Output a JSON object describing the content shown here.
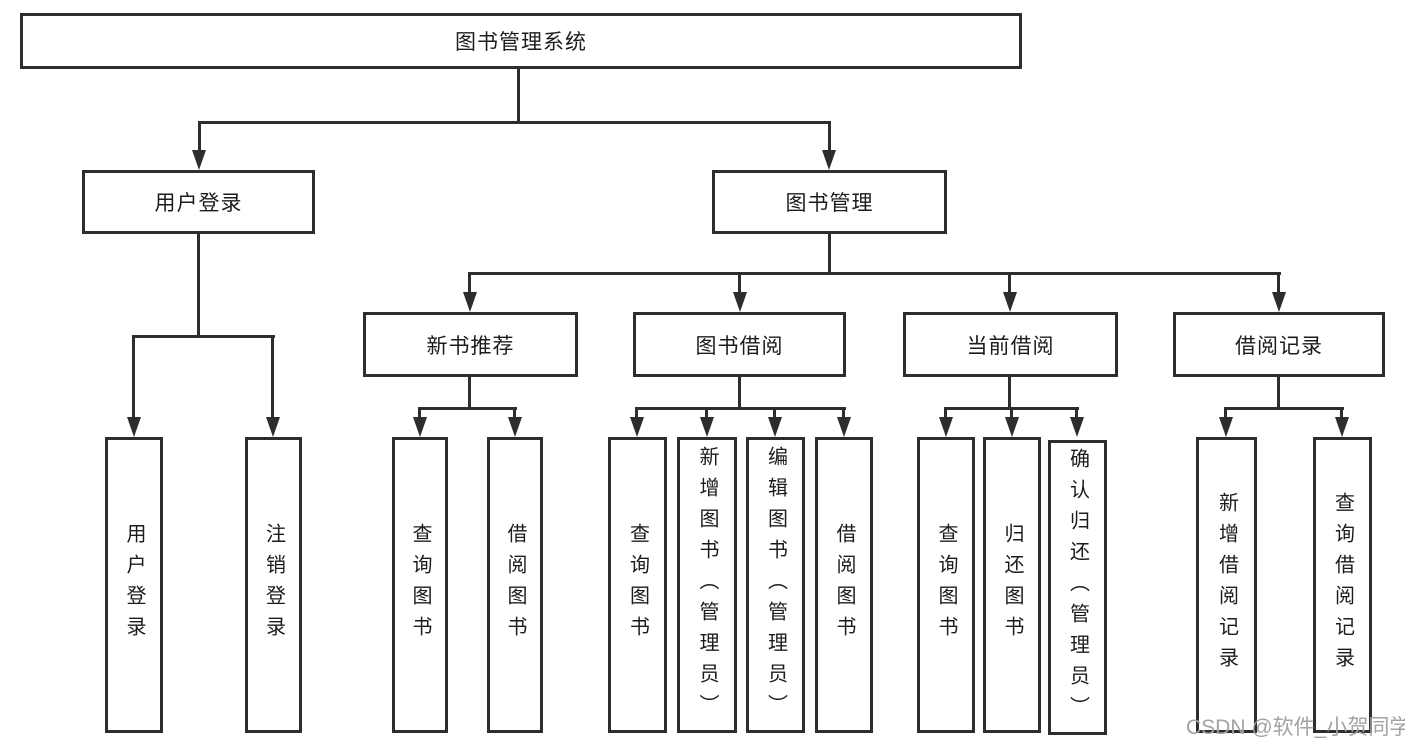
{
  "root": {
    "label": "图书管理系统"
  },
  "level1": {
    "user_login": "用户登录",
    "book_mgmt": "图书管理"
  },
  "level2": {
    "new_book_rec": "新书推荐",
    "book_borrow": "图书借阅",
    "current_borrow": "当前借阅",
    "borrow_record": "借阅记录"
  },
  "leaves": {
    "user_login": "用户登录",
    "logout": "注销登录",
    "nb_query": "查询图书",
    "nb_borrow": "借阅图书",
    "bb_query": "查询图书",
    "bb_add": "新增图书（管理员）",
    "bb_edit": "编辑图书（管理员）",
    "bb_borrow": "借阅图书",
    "cb_query": "查询图书",
    "cb_return": "归还图书",
    "cb_confirm": "确认归还（管理员）",
    "br_add": "新增借阅记录",
    "br_query": "查询借阅记录"
  },
  "watermark": "CSDN @软件_小贺同学",
  "colors": {
    "line": "#2d2d2d",
    "text": "#1c1c1c",
    "watermark": "#a3a3a3",
    "background": "#ffffff"
  }
}
